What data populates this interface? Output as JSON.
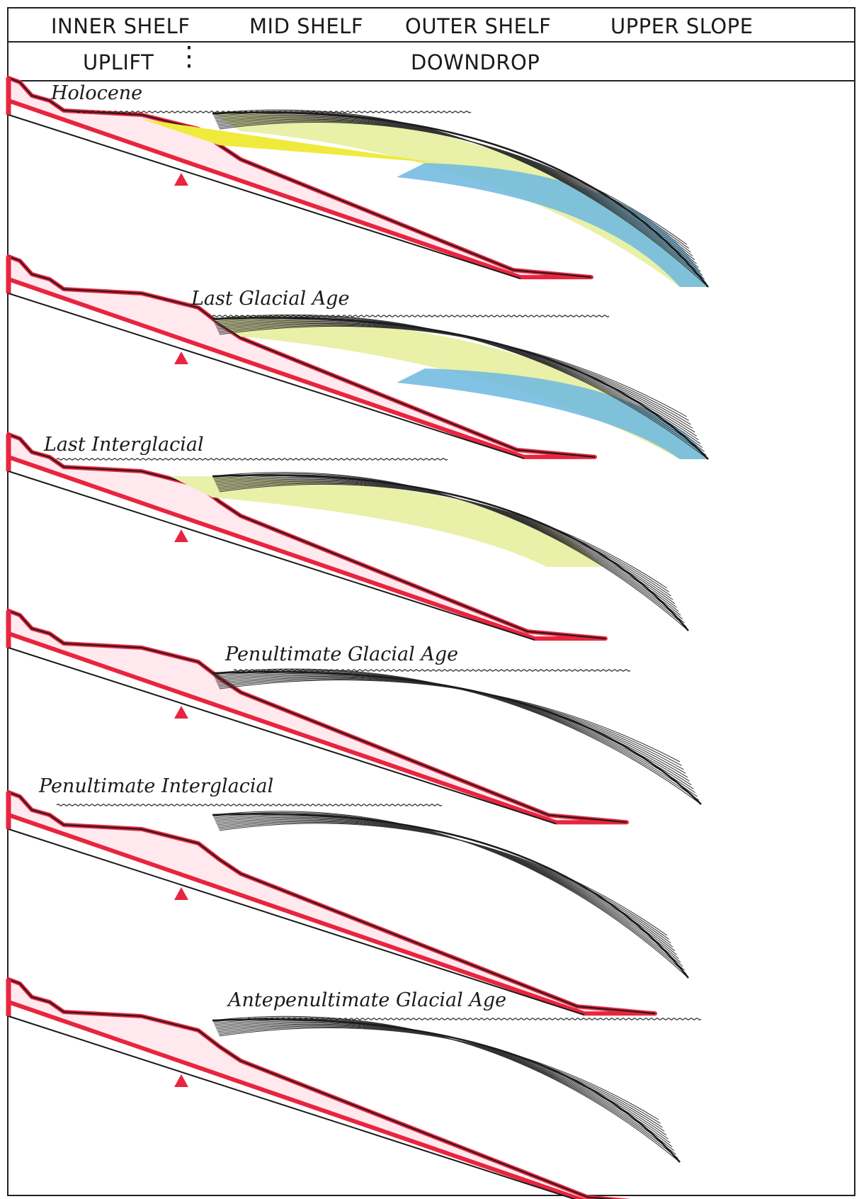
{
  "header": {
    "zones": [
      "INNER SHELF",
      "MID SHELF",
      "OUTER SHELF",
      "UPPER SLOPE"
    ],
    "uplift_label": "UPLIFT",
    "downdrop_label": "DOWNDROP"
  },
  "stages": [
    {
      "label": "Holocene",
      "phase": "interglacial",
      "sea_level": "high"
    },
    {
      "label": "Last Glacial Age",
      "phase": "glacial",
      "sea_level": "low"
    },
    {
      "label": "Last Interglacial",
      "phase": "interglacial",
      "sea_level": "high"
    },
    {
      "label": "Penultimate Glacial Age",
      "phase": "glacial",
      "sea_level": "low"
    },
    {
      "label": "Penultimate Interglacial",
      "phase": "interglacial",
      "sea_level": "high"
    },
    {
      "label": "Antepenultimate Glacial Age",
      "phase": "glacial",
      "sea_level": "low"
    }
  ],
  "colors": {
    "basement": "#e8253f",
    "basement_fill": "#f5a9b5",
    "outline": "#1a1a1a",
    "holocene_wedge": "#f0ea3c",
    "glacial_sediment": "#e9f0a8",
    "slope_sediment": "#6cb8e0",
    "hinge_marker": "#e8253f"
  }
}
